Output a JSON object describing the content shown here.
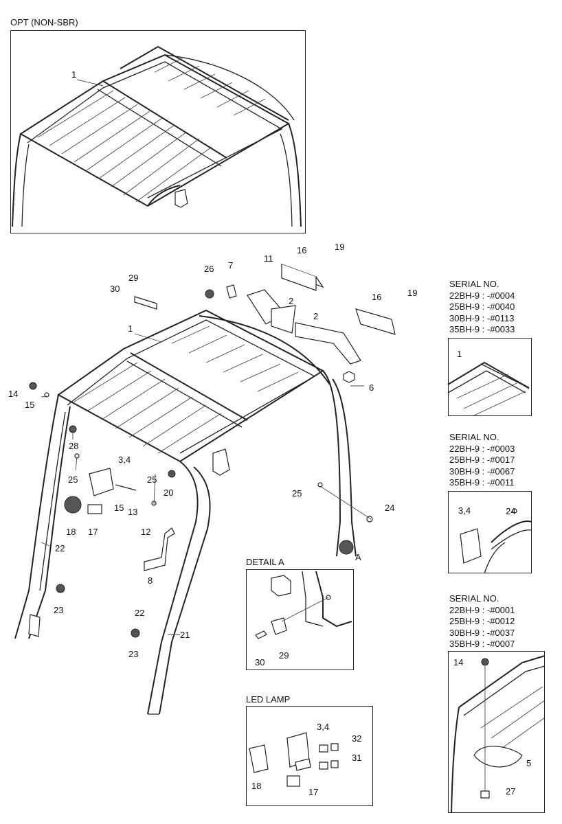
{
  "titles": {
    "opt": "OPT (NON-SBR)",
    "detail_a": "DETAIL A",
    "led_lamp": "LED LAMP"
  },
  "serial_blocks": [
    {
      "heading": "SERIAL NO.",
      "lines": [
        "22BH-9 : -#0004",
        "25BH-9 : -#0040",
        "30BH-9 : -#0113",
        "35BH-9 : -#0033"
      ]
    },
    {
      "heading": "SERIAL NO.",
      "lines": [
        "22BH-9 : -#0003",
        "25BH-9 : -#0017",
        "30BH-9 : -#0067",
        "35BH-9 : -#0011"
      ]
    },
    {
      "heading": "SERIAL NO.",
      "lines": [
        "22BH-9 : -#0001",
        "25BH-9 : -#0012",
        "30BH-9 : -#0037",
        "35BH-9 : -#0007"
      ]
    }
  ],
  "callouts": {
    "opt_1": "1",
    "main": [
      "1",
      "2",
      "2",
      "3,4",
      "6",
      "7",
      "8",
      "11",
      "12",
      "13",
      "14",
      "15",
      "15",
      "16",
      "16",
      "17",
      "18",
      "19",
      "19",
      "20",
      "21",
      "22",
      "22",
      "23",
      "23",
      "24",
      "25",
      "25",
      "25",
      "26",
      "28",
      "29",
      "30",
      "A"
    ],
    "detail_a": [
      "29",
      "30"
    ],
    "led_lamp": [
      "3,4",
      "17",
      "18",
      "31",
      "32"
    ],
    "serial1": [
      "1"
    ],
    "serial2": [
      "3,4",
      "24"
    ],
    "serial3": [
      "14",
      "5",
      "27"
    ]
  }
}
